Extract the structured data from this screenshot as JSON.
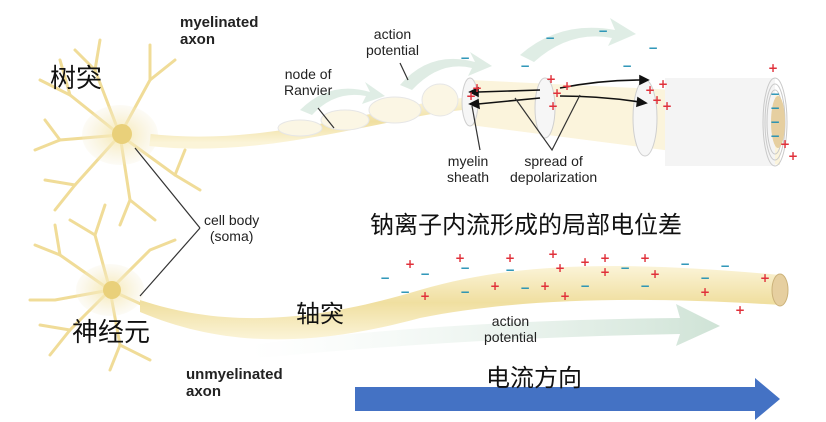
{
  "labels": {
    "myelinated_axon_1": "myelinated",
    "myelinated_axon_2": "axon",
    "action_potential_top_1": "action",
    "action_potential_top_2": "potential",
    "node_of_ranvier_1": "node of",
    "node_of_ranvier_2": "Ranvier",
    "myelin_sheath_1": "myelin",
    "myelin_sheath_2": "sheath",
    "spread_1": "spread of",
    "spread_2": "depolarization",
    "cell_body_1": "cell body",
    "cell_body_2": "(soma)",
    "action_potential_bottom_1": "action",
    "action_potential_bottom_2": "potential",
    "unmyelinated_axon_1": "unmyelinated",
    "unmyelinated_axon_2": "axon"
  },
  "chinese_labels": {
    "dendrite": "树突",
    "neuron": "神经元",
    "axon": "轴突",
    "sodium_influx": "钠离子内流形成的局部电位差",
    "current_direction": "电流方向"
  },
  "colors": {
    "arrow_blue": "#4472c4",
    "plus_red": "#e0303a",
    "minus_teal": "#1f8fb3",
    "axon_cream": "#f3e6b5",
    "dendrite_yellow": "#f2e3a6"
  }
}
